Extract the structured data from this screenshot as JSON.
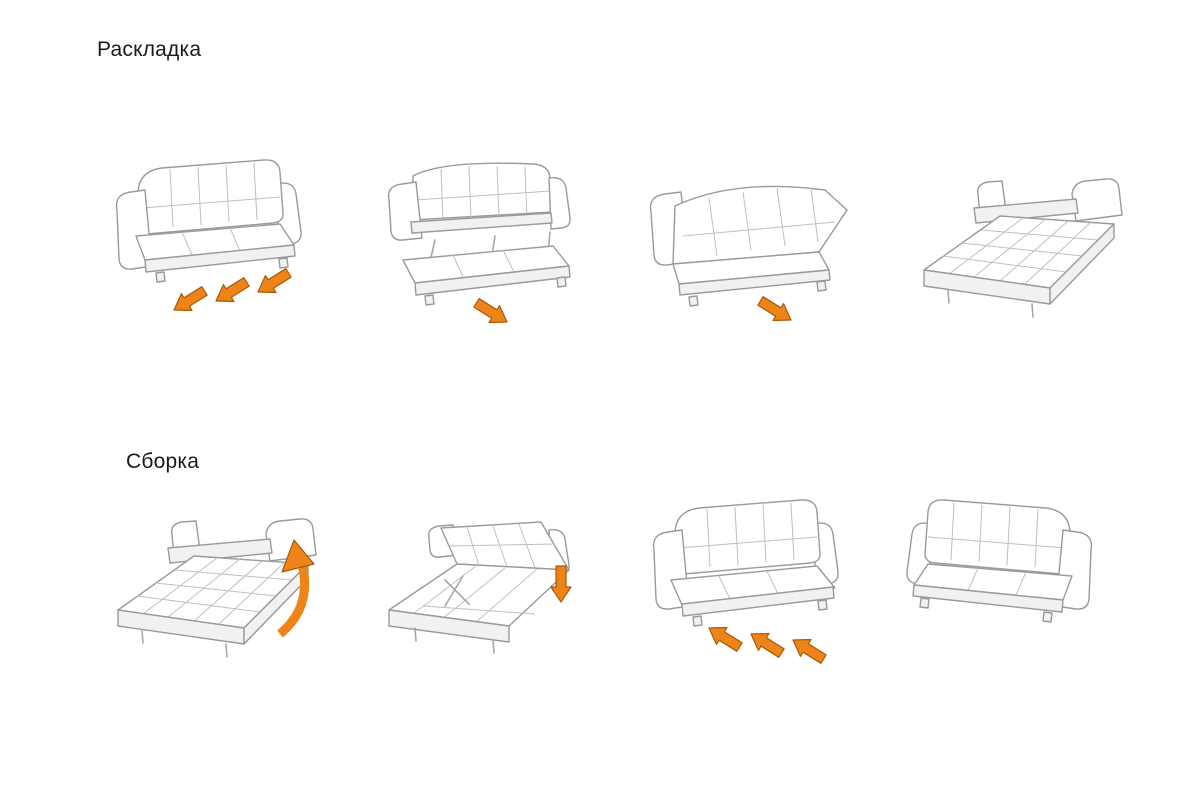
{
  "page": {
    "background_color": "#ffffff"
  },
  "style": {
    "outline_color": "#9a9a9a",
    "arrow_fill": "#ee8418",
    "arrow_outline": "#a85a08",
    "title_color": "#1a1a1a"
  },
  "sections": {
    "unfold": {
      "title": "Раскладка",
      "steps": [
        {
          "figure": "sofa-closed",
          "arrow_icons": [
            "arrow-down-left-icon",
            "arrow-down-left-icon",
            "arrow-down-left-icon"
          ]
        },
        {
          "figure": "sofa-seat-pulled-out",
          "arrow_icons": [
            "arrow-down-right-icon"
          ]
        },
        {
          "figure": "sofa-backrest-folding-flat",
          "arrow_icons": [
            "arrow-down-right-icon"
          ]
        },
        {
          "figure": "bed-fully-unfolded",
          "arrow_icons": []
        }
      ]
    },
    "fold": {
      "title": "Сборка",
      "steps": [
        {
          "figure": "bed-fully-unfolded",
          "arrow_icons": [
            "arrow-curved-up-icon"
          ]
        },
        {
          "figure": "backrest-raising",
          "arrow_icons": [
            "arrow-down-icon"
          ]
        },
        {
          "figure": "sofa-seat-pushing-in",
          "arrow_icons": [
            "arrow-up-left-icon",
            "arrow-up-left-icon",
            "arrow-up-left-icon"
          ]
        },
        {
          "figure": "sofa-closed",
          "arrow_icons": []
        }
      ]
    }
  }
}
